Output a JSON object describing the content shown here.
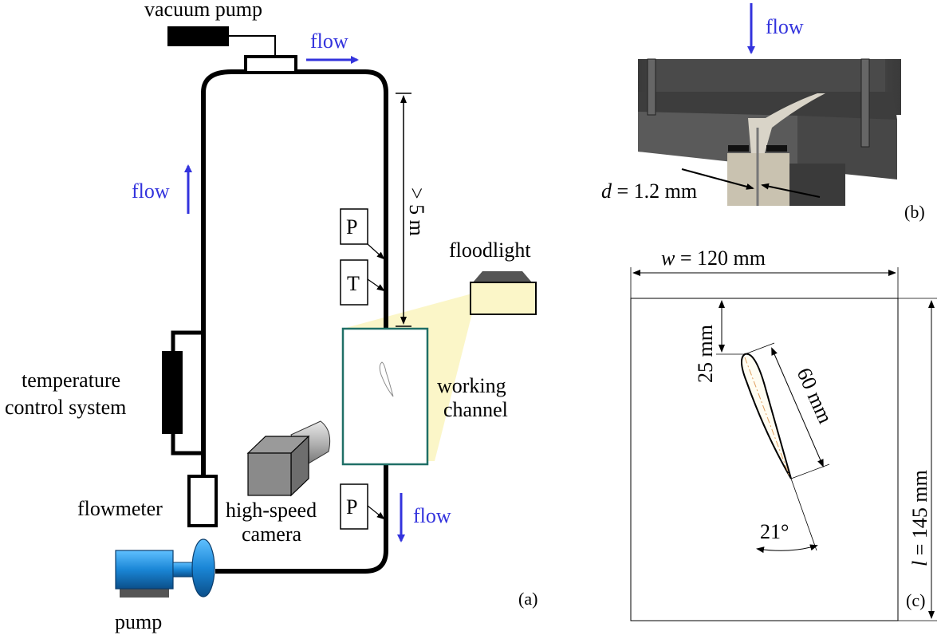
{
  "panel_a": {
    "vacuum_pump": "vacuum pump",
    "flow_top": "flow",
    "flow_left": "flow",
    "flow_right": "flow",
    "distance": "> 5 m",
    "sensor_p1": "P",
    "sensor_t": "T",
    "sensor_p2": "P",
    "floodlight": "floodlight",
    "working_line1": "working",
    "working_line2": "channel",
    "temp_line1": "temperature",
    "temp_line2": "control system",
    "flowmeter": "flowmeter",
    "camera_line1": "high-speed",
    "camera_line2": "camera",
    "pump": "pump",
    "tag": "(a)"
  },
  "panel_b": {
    "flow": "flow",
    "d_symbol": "d",
    "d_value": " = 1.2 mm",
    "tag": "(b)"
  },
  "panel_c": {
    "w_symbol": "w",
    "w_value": " = 120 mm",
    "offset": "25 mm",
    "chord": "60 mm",
    "angle": "21°",
    "l_symbol": "l",
    "l_value": " = 145 mm",
    "tag": "(c)"
  },
  "colors": {
    "flow_arrow": "#3333dd",
    "channel_border": "#1f6f66",
    "light_beam": "#fbf6c8",
    "pump_body": "#1a86d6"
  }
}
